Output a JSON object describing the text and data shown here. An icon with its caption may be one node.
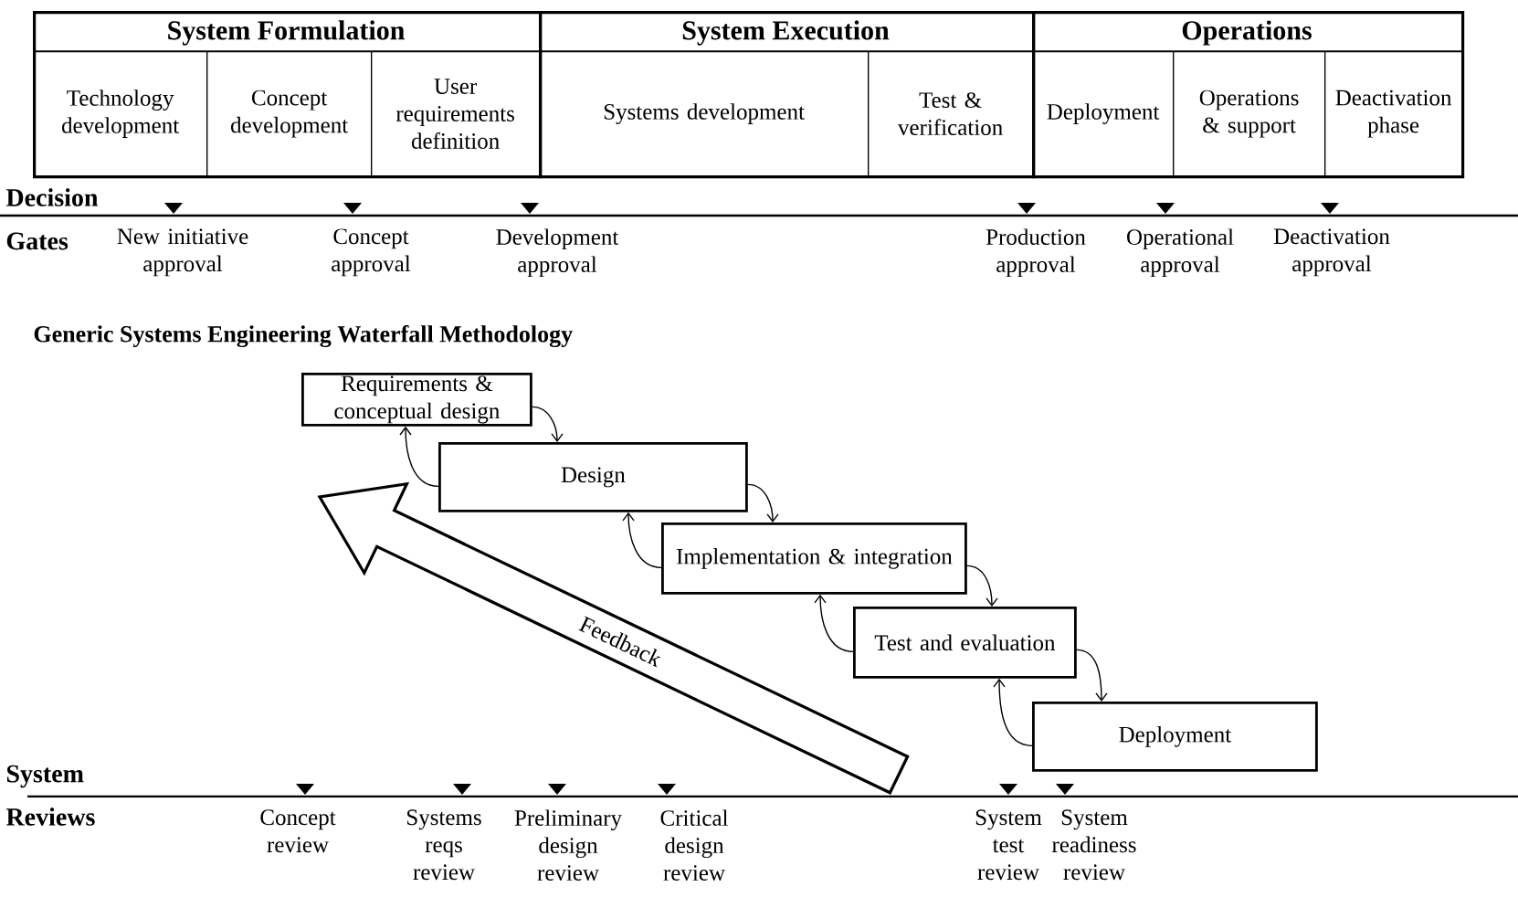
{
  "diagram": {
    "title": "Generic Systems Engineering Waterfall Methodology",
    "nodes": [
      {
        "text": [
          "System Formulation"
        ]
      },
      {
        "text": [
          "Technology development"
        ],
        "in": 0
      },
      {
        "text": [
          "Concept development"
        ],
        "in": 0
      },
      {
        "text": [
          "User requirements definition"
        ],
        "in": 0
      },
      {
        "text": [
          "System Execution"
        ]
      },
      {
        "text": [
          "Systems development"
        ],
        "in": 4
      },
      {
        "text": [
          "Test & verification"
        ],
        "in": 4
      },
      {
        "text": [
          "Operations"
        ]
      },
      {
        "text": [
          "Deployment"
        ],
        "in": 7
      },
      {
        "text": [
          "Operations & support"
        ],
        "in": 7
      },
      {
        "text": [
          "Deactivation phase"
        ],
        "in": 7
      },
      {
        "text": [
          "Requirements & conceptual design"
        ]
      },
      {
        "text": [
          "Design"
        ]
      },
      {
        "text": [
          "Implementation & integration"
        ]
      },
      {
        "text": [
          "Test and evaluation"
        ]
      },
      {
        "text": [
          "Deployment"
        ]
      }
    ],
    "edges": [
      {
        "from": 11,
        "to": 12,
        "arrow": "to"
      },
      {
        "from": 12,
        "to": 13,
        "arrow": "to"
      },
      {
        "from": 13,
        "to": 14,
        "arrow": "to"
      },
      {
        "from": 14,
        "to": 15,
        "arrow": "to"
      },
      {
        "from": 12,
        "to": 11,
        "arrow": "to"
      },
      {
        "from": 13,
        "to": 12,
        "arrow": "to"
      },
      {
        "from": 14,
        "to": 13,
        "arrow": "to"
      },
      {
        "from": 15,
        "to": 14,
        "arrow": "to"
      }
    ],
    "labels": [
      "Decision",
      "Gates",
      "New initiative approval",
      "Concept approval",
      "Development approval",
      "Production approval",
      "Operational approval",
      "Deactivation approval",
      "Feedback",
      "System",
      "Reviews",
      "Concept review",
      "Systems reqs review",
      "Preliminary design review",
      "Critical design review",
      "System test review",
      "System readiness review"
    ]
  }
}
